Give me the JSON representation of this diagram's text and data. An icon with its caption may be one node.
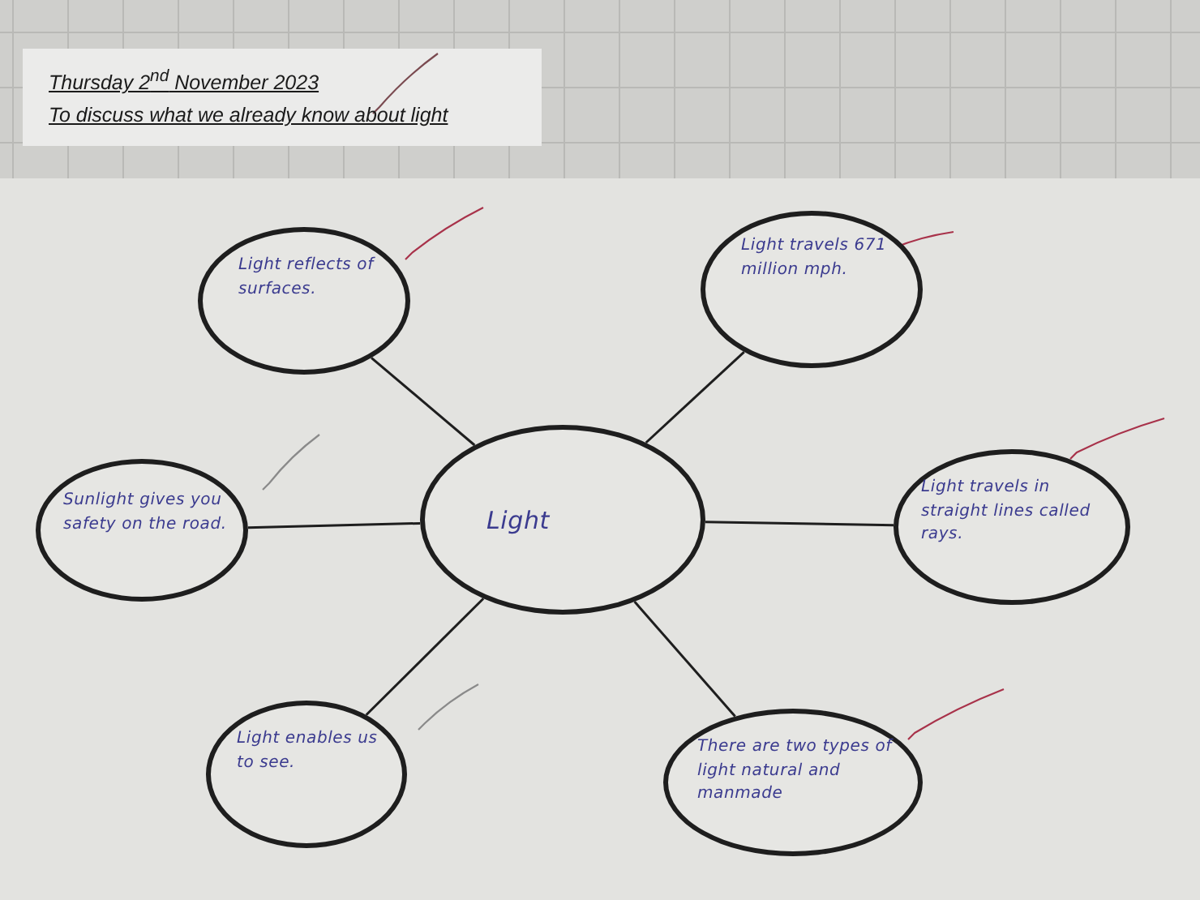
{
  "diagram": {
    "nodes": [
      {
        "text": [
          "Light"
        ]
      },
      {
        "text": [
          "Light reflects of surfaces."
        ]
      },
      {
        "text": [
          "Light travels 671 million mph."
        ]
      },
      {
        "text": [
          "Sunlight gives you safety on the road."
        ]
      },
      {
        "text": [
          "Light travels in straight lines called rays."
        ]
      },
      {
        "text": [
          "Light enables us to see."
        ]
      },
      {
        "text": [
          "There are two types of light natural and manmade"
        ]
      }
    ],
    "edges": [
      {
        "from": 0,
        "to": 1,
        "arrow": "none"
      },
      {
        "from": 0,
        "to": 2,
        "arrow": "none"
      },
      {
        "from": 0,
        "to": 3,
        "arrow": "none"
      },
      {
        "from": 0,
        "to": 4,
        "arrow": "none"
      },
      {
        "from": 0,
        "to": 5,
        "arrow": "none"
      },
      {
        "from": 0,
        "to": 6,
        "arrow": "none"
      }
    ],
    "labels": [
      "Thursday 2$^{nd}$ November 2023",
      "To discuss what we already know about light"
    ]
  }
}
